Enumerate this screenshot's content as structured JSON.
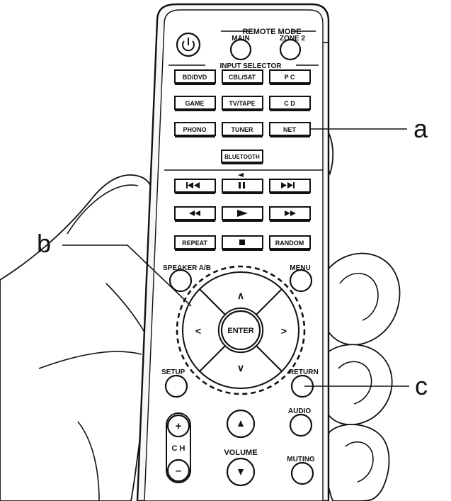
{
  "remote": {
    "remote_mode_label": "REMOTE MODE",
    "main_label": "MAIN",
    "zone2_label": "ZONE 2",
    "input_selector_label": "INPUT SELECTOR",
    "inputs": [
      "BD/DVD",
      "CBL/SAT",
      "P C",
      "GAME",
      "TV/TAPE",
      "C D",
      "PHONO",
      "TUNER",
      "NET",
      "BLUETOOTH"
    ],
    "repeat_label": "REPEAT",
    "random_label": "RANDOM",
    "speaker_label": "SPEAKER A/B",
    "menu_label": "MENU",
    "enter_label": "ENTER",
    "setup_label": "SETUP",
    "return_label": "RETURN",
    "audio_label": "AUDIO",
    "ch_label": "C H",
    "volume_label": "VOLUME",
    "muting_label": "MUTING",
    "plus": "+",
    "minus": "–",
    "up_arrow": "∧",
    "down_arrow": "∨",
    "left_arrow": "<",
    "right_arrow": ">"
  },
  "callouts": {
    "a": "a",
    "b": "b",
    "c": "c"
  },
  "icons": [
    "power-icon",
    "skip-back-icon",
    "play-pause-icon",
    "skip-forward-icon",
    "rewind-icon",
    "play-icon",
    "fast-forward-icon",
    "stop-icon",
    "volume-up-icon",
    "volume-down-icon"
  ]
}
